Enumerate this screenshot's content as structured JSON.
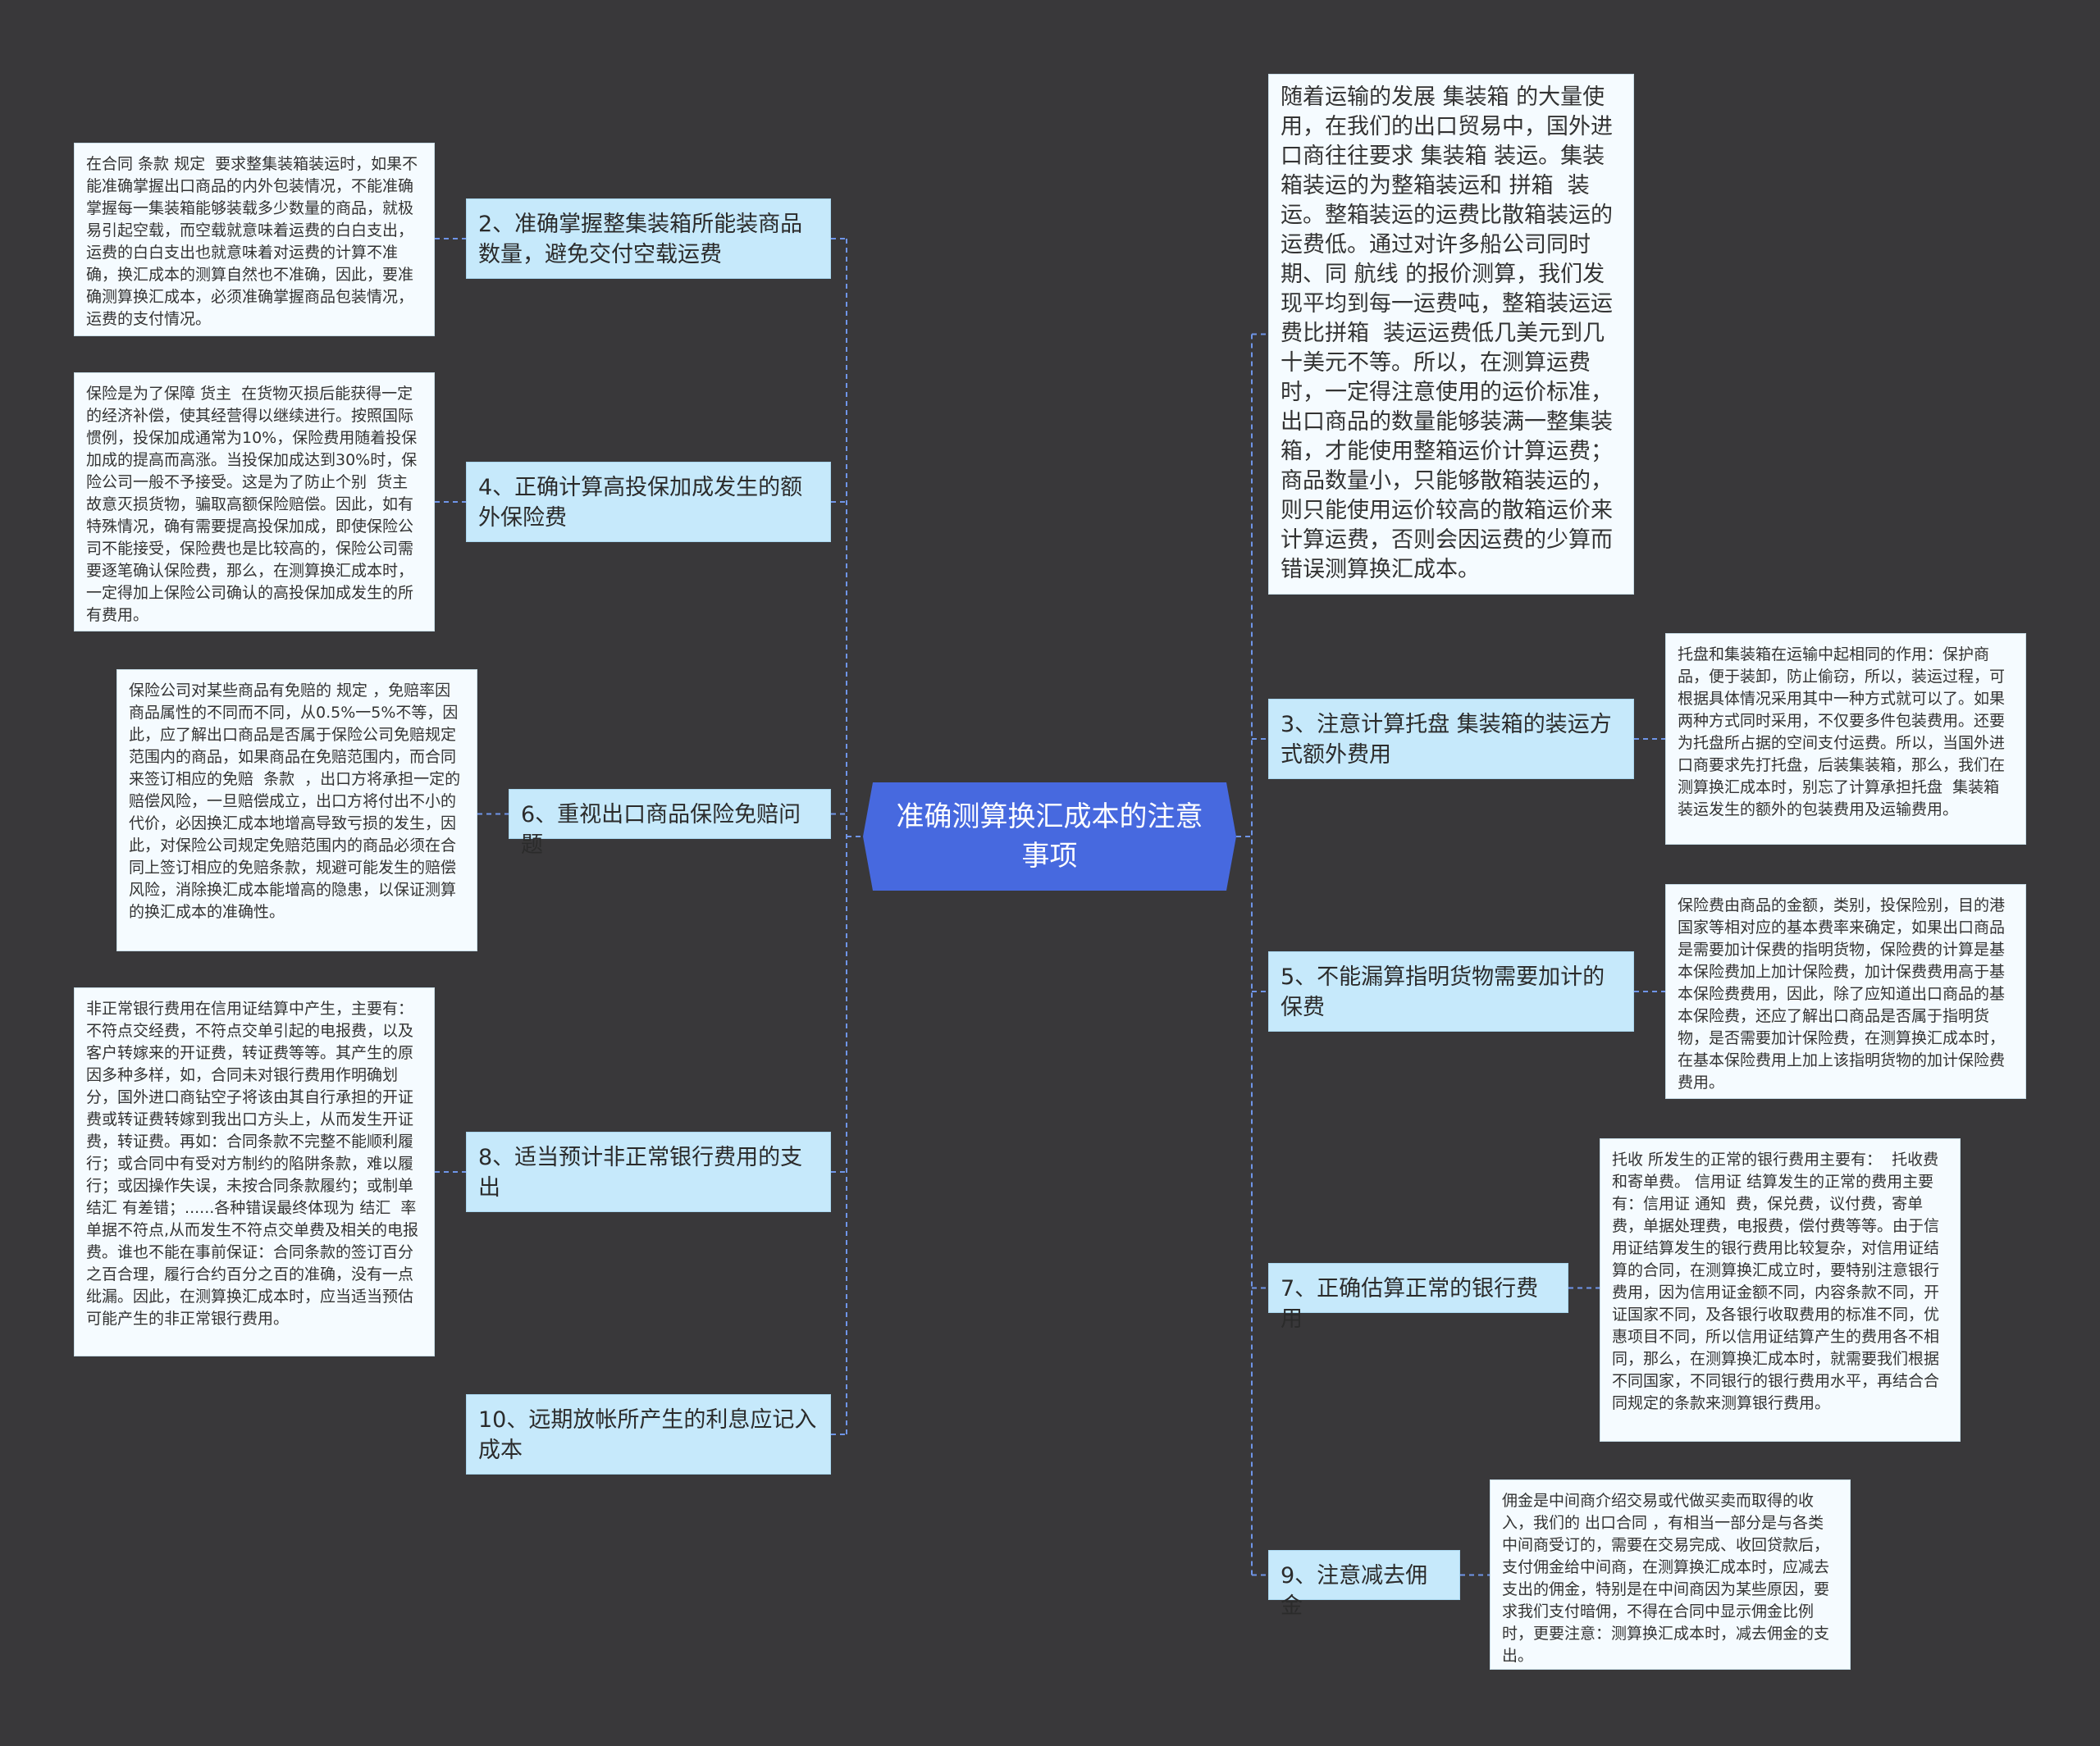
{
  "center": {
    "title": "准确测算换汇成本的注意事项"
  },
  "colors": {
    "background": "#39383a",
    "center": "#4769df",
    "topic": "#c6e9fb",
    "note": "#f5fbff",
    "connector": "#6f95e8"
  },
  "left": [
    {
      "label": "2、准确掌握整集装箱所能装商品数量，避免交付空载运费",
      "note": "在合同 条款 规定  要求整集装箱装运时，如果不能准确掌握出口商品的内外包装情况，不能准确掌握每一集装箱能够装载多少数量的商品，就极易引起空载，而空载就意味着运费的白白支出，运费的白白支出也就意味着对运费的计算不准确，换汇成本的测算自然也不准确，因此，要准确测算换汇成本，必须准确掌握商品包装情况，运费的支付情况。"
    },
    {
      "label": "4、正确计算高投保加成发生的额外保险费",
      "note": "保险是为了保障 货主  在货物灭损后能获得一定的经济补偿，使其经营得以继续进行。按照国际惯例，投保加成通常为10%，保险费用随着投保加成的提高而高涨。当投保加成达到30%时，保险公司一般不予接受。这是为了防止个别  货主  故意灭损货物，骗取高额保险赔偿。因此，如有特殊情况，确有需要提高投保加成，即使保险公司不能接受，保险费也是比较高的，保险公司需要逐笔确认保险费，那么，在测算换汇成本时，一定得加上保险公司确认的高投保加成发生的所有费用。"
    },
    {
      "label": "6、重视出口商品保险免赔问题",
      "note": "保险公司对某些商品有免赔的 规定 ，免赔率因商品属性的不同而不同，从0.5%一5%不等，因此，应了解出口商品是否属于保险公司免赔规定范围内的商品，如果商品在免赔范围内，而合同来签订相应的免赔  条款  ，出口方将承担一定的赔偿风险，一旦赔偿成立，出口方将付出不小的代价，必因换汇成本地增高导致亏损的发生，因此，对保险公司规定免赔范围内的商品必须在合同上签订相应的免赔条款，规避可能发生的赔偿风险，消除换汇成本能增高的隐患，以保证测算的换汇成本的准确性。"
    },
    {
      "label": "8、适当预计非正常银行费用的支出",
      "note": "非正常银行费用在信用证结算中产生，主要有：不符点交经费，不符点交单引起的电报费，以及客户转嫁来的开证费，转证费等等。其产生的原因多种多样，如，合同未对银行费用作明确划分，国外进口商钻空子将该由其自行承担的开证费或转证费转嫁到我出口方头上，从而发生开证费，转证费。再如：合同条款不完整不能顺利履行；或合同中有受对方制约的陷阱条款，难以履行；或因操作失误，未按合同条款履约；或制单  结汇 有差错；......各种错误最终体现为 结汇  率单据不符点,从而发生不符点交单费及相关的电报费。谁也不能在事前保证：合同条款的签订百分之百合理，履行合约百分之百的准确，没有一点纰漏。因此，在测算换汇成本时，应当适当预估可能产生的非正常银行费用。"
    },
    {
      "label": "10、远期放帐所产生的利息应记入成本",
      "note": ""
    }
  ],
  "right": [
    {
      "label": "",
      "note": "随着运输的发展 集装箱 的大量使用，在我们的出口贸易中，国外进口商往往要求 集装箱 装运。集装箱装运的为整箱装运和 拼箱  装运。整箱装运的运费比散箱装运的运费低。通过对许多船公司同时期、同 航线 的报价测算，我们发现平均到每一运费吨，整箱装运运费比拼箱  装运运费低几美元到几十美元不等。所以，在测算运费时，一定得注意使用的运价标准，出口商品的数量能够装满一整集装箱，才能使用整箱运价计算运费；商品数量小，只能够散箱装运的，则只能使用运价较高的散箱运价来计算运费，否则会因运费的少算而错误测算换汇成本。"
    },
    {
      "label": "3、注意计算托盘 集装箱的装运方式额外费用",
      "note": "托盘和集装箱在运输中起相同的作用：保护商品，便于装卸，防止偷窃，所以，装运过程，可根据具体情况采用其中一种方式就可以了。如果两种方式同时采用，不仅要多件包装费用。还要为托盘所占据的空间支付运费。所以，当国外进口商要求先打托盘，后装集装箱，那么，我们在测算换汇成本时，别忘了计算承担托盘  集装箱装运发生的额外的包装费用及运输费用。"
    },
    {
      "label": "5、不能漏算指明货物需要加计的保费",
      "note": "保险费由商品的金额，类别，投保险别，目的港国家等相对应的基本费率来确定，如果出口商品是需要加计保费的指明货物，保险费的计算是基本保险费加上加计保险费，加计保费费用高于基本保险费费用，因此，除了应知道出口商品的基本保险费，还应了解出口商品是否属于指明货物，是否需要加计保险费，在测算换汇成本时，在基本保险费用上加上该指明货物的加计保险费费用。"
    },
    {
      "label": "7、正确估算正常的银行费用",
      "note": "托收 所发生的正常的银行费用主要有：  托收费和寄单费。 信用证 结算发生的正常的费用主要有：信用证 通知  费，保兑费，议付费，寄单费，单据处理费，电报费，偿付费等等。由于信用证结算发生的银行费用比较复杂，对信用证结算的合同，在测算换汇成立时，要特别注意银行费用，因为信用证金额不同，内容条款不同，开证国家不同，及各银行收取费用的标准不同，优惠项目不同，所以信用证结算产生的费用各不相同，那么，在测算换汇成本时，就需要我们根据不同国家，不同银行的银行费用水平，再结合合同规定的条款来测算银行费用。"
    },
    {
      "label": "9、注意减去佣金",
      "note": "佣金是中间商介绍交易或代做买卖而取得的收入，我们的 出口合同 ，有相当一部分是与各类中间商受订的，需要在交易完成、收回贷款后，支付佣金给中间商，在测算换汇成本时，应减去支出的佣金，特别是在中间商因为某些原因，要求我们支付暗佣，不得在合同中显示佣金比例时，更要注意：测算换汇成本时，减去佣金的支出。"
    }
  ]
}
